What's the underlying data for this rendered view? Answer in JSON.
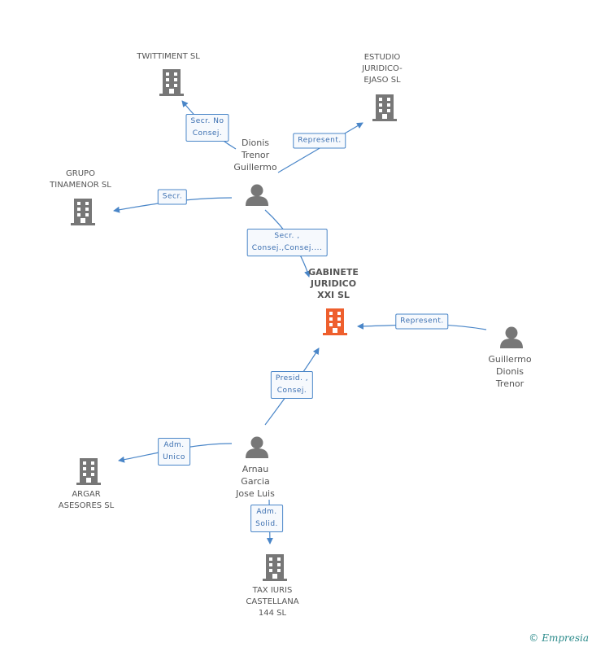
{
  "colors": {
    "edge": "#4a86c8",
    "company": "#777777",
    "focus_company": "#ee5f2d",
    "person": "#777777"
  },
  "nodes": {
    "twittiment": {
      "label": "TWITTIMENT SL",
      "icon": "building-icon"
    },
    "estudio": {
      "label": "ESTUDIO\nJURIDICO-\nEJASO SL",
      "icon": "building-icon"
    },
    "grupo": {
      "label": "GRUPO\nTINAMENOR SL",
      "icon": "building-icon"
    },
    "dionis": {
      "label": "Dionis\nTrenor\nGuillermo",
      "icon": "person-icon"
    },
    "gabinete": {
      "label": "GABINETE\nJURIDICO\nXXI SL",
      "icon": "building-icon"
    },
    "guillermo": {
      "label": "Guillermo\nDionis\nTrenor",
      "icon": "person-icon"
    },
    "arnau": {
      "label": "Arnau\nGarcia\nJose Luis",
      "icon": "person-icon"
    },
    "argar": {
      "label": "ARGAR\nASESORES SL",
      "icon": "building-icon"
    },
    "taxiuris": {
      "label": "TAX IURIS\nCASTELLANA\n144  SL",
      "icon": "building-icon"
    }
  },
  "edges": {
    "e1": "Secr.  No\nConsej.",
    "e2": "Represent.",
    "e3": "Secr.",
    "e4": "Secr. ,\nConsej.,Consej....",
    "e5": "Represent.",
    "e6": "Presid. ,\nConsej.",
    "e7": "Adm.\nUnico",
    "e8": "Adm.\nSolid."
  },
  "brand": {
    "copyright": "©",
    "name": "Empresia"
  }
}
